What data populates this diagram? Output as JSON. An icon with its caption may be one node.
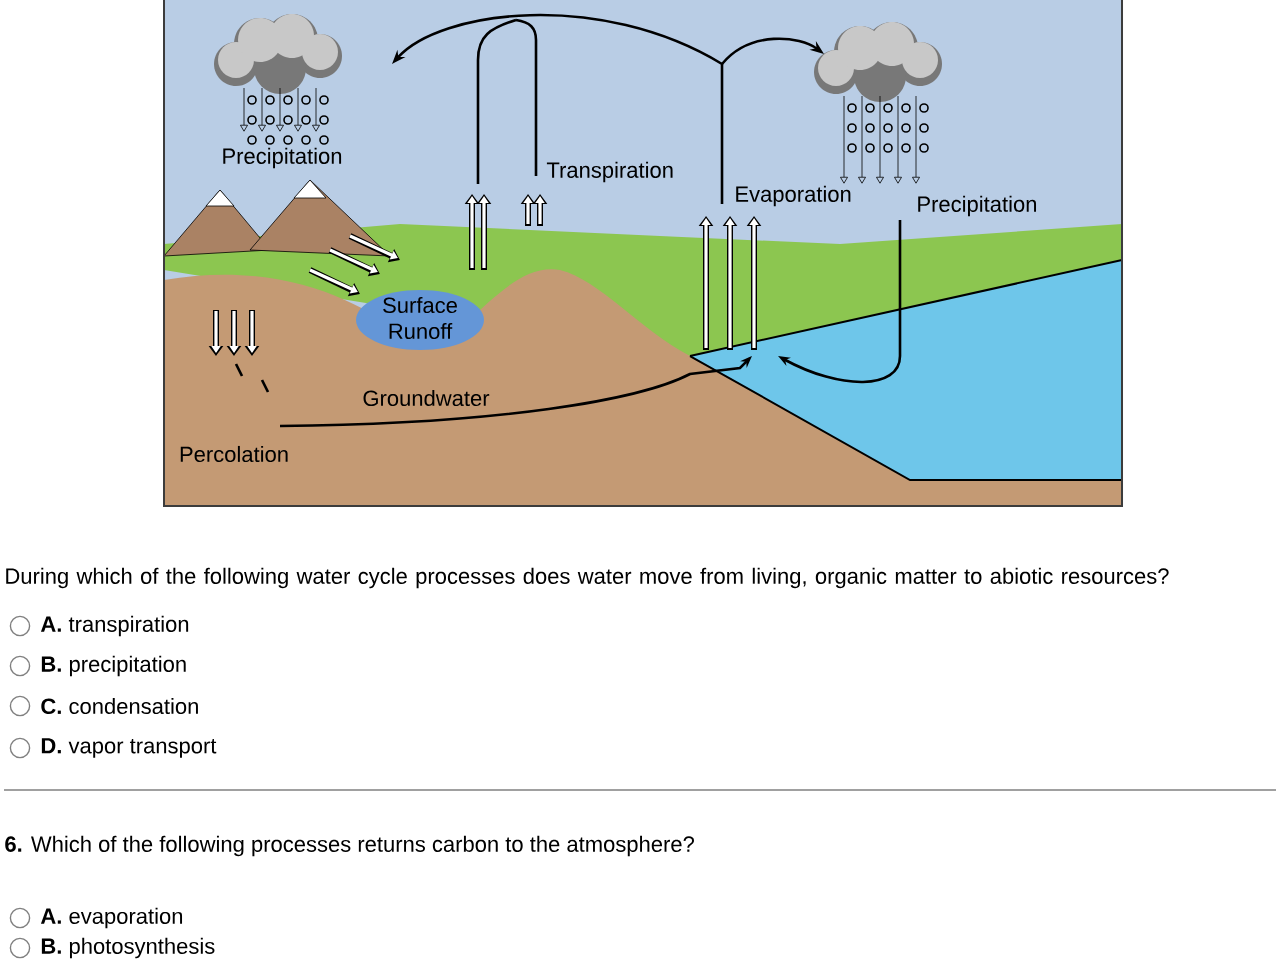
{
  "diagram": {
    "labels": [
      "Precipitation",
      "Transpiration",
      "Evaporation",
      "Precipitation",
      "Surface Runoff",
      "Groundwater",
      "Percolation",
      "During which of the following water cycle processes does water move from living, organic matter to abiotic resources?",
      "**A.** transpiration",
      "**B.** precipitation",
      "**C.** condensation",
      "**D.** vapor transport",
      "**6.** Which of the following processes returns carbon to the atmosphere?",
      "**A.** evaporation",
      "**B.** photosynthesis"
    ]
  }
}
